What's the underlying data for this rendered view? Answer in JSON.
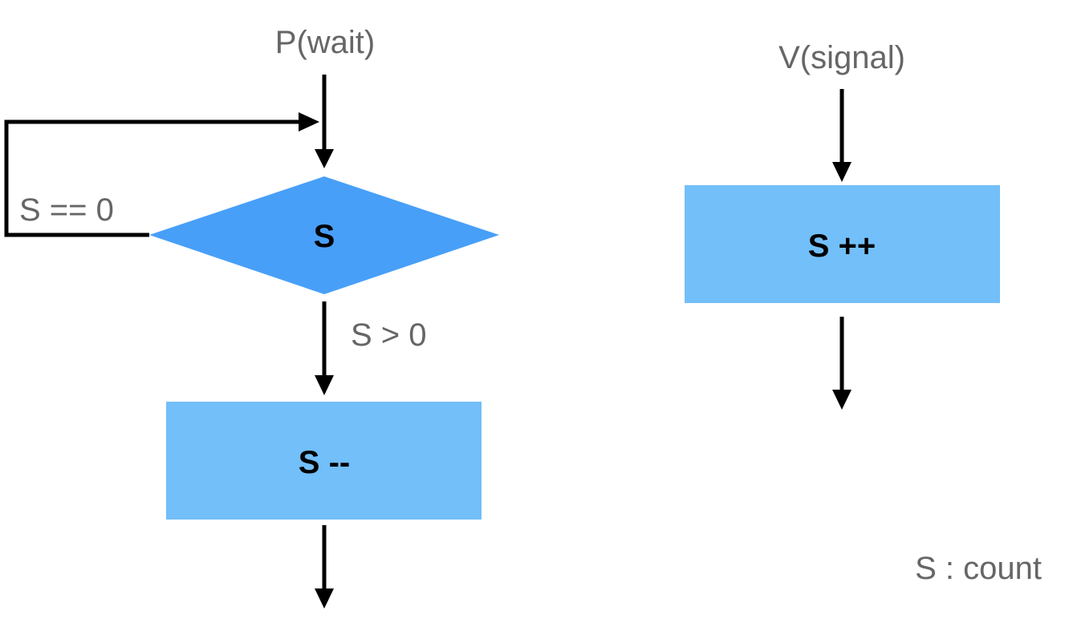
{
  "p_flow": {
    "title": "P(wait)",
    "decision": {
      "label": "S",
      "color": "#489ff8"
    },
    "loop_condition": "S == 0",
    "continue_condition": "S > 0",
    "action": {
      "label": "S --",
      "color": "#72bff9"
    }
  },
  "v_flow": {
    "title": "V(signal)",
    "action": {
      "label": "S ++",
      "color": "#72bff9"
    }
  },
  "legend": {
    "text": "S : count"
  },
  "colors": {
    "label_text": "#666666",
    "node_text": "#000000",
    "lines": "#000000"
  }
}
